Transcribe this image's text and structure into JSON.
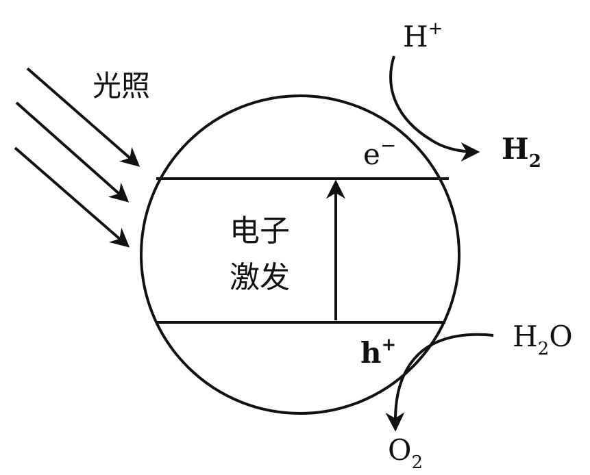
{
  "labels": {
    "light": "光照",
    "electron_excitation_line1": "电子",
    "electron_excitation_line2": "激发",
    "electron": "e",
    "electron_sup": "−",
    "hole": "h",
    "hole_sup": "+",
    "h_plus": "H",
    "h_plus_sup": "+",
    "h2": "H",
    "h2_sub": "2",
    "h2o_h": "H",
    "h2o_sub": "2",
    "h2o_o": "O",
    "o2": "O",
    "o2_sub": "2"
  },
  "colors": {
    "stroke": "#111111",
    "background": "#ffffff"
  }
}
